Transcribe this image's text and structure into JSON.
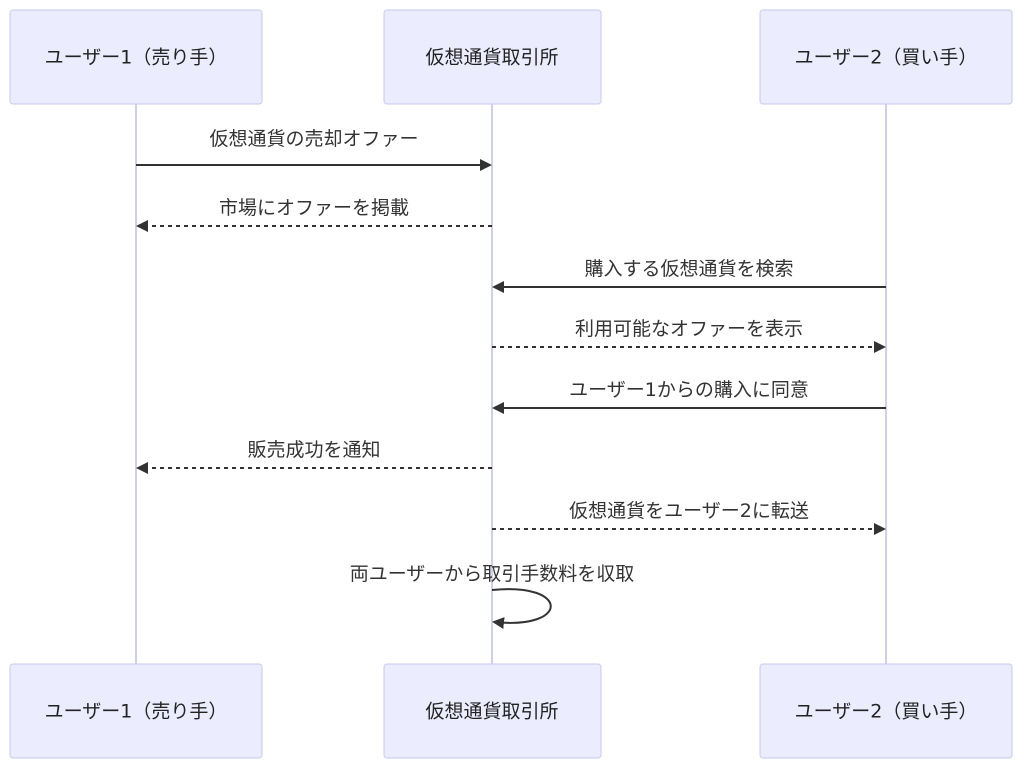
{
  "participants": [
    {
      "id": "p1",
      "label": "ユーザー1（売り手）"
    },
    {
      "id": "p2",
      "label": "仮想通貨取引所"
    },
    {
      "id": "p3",
      "label": "ユーザー2（買い手）"
    }
  ],
  "messages": [
    {
      "from": 0,
      "to": 1,
      "label": "仮想通貨の売却オファー",
      "style": "solid"
    },
    {
      "from": 1,
      "to": 0,
      "label": "市場にオファーを掲載",
      "style": "dashed"
    },
    {
      "from": 2,
      "to": 1,
      "label": "購入する仮想通貨を検索",
      "style": "solid"
    },
    {
      "from": 1,
      "to": 2,
      "label": "利用可能なオファーを表示",
      "style": "dashed"
    },
    {
      "from": 2,
      "to": 1,
      "label": "ユーザー1からの購入に同意",
      "style": "solid"
    },
    {
      "from": 1,
      "to": 0,
      "label": "販売成功を通知",
      "style": "dashed"
    },
    {
      "from": 1,
      "to": 2,
      "label": "仮想通貨をユーザー2に転送",
      "style": "dashed"
    },
    {
      "from": 1,
      "to": 1,
      "label": "両ユーザーから取引手数料を収取",
      "style": "solid"
    }
  ]
}
